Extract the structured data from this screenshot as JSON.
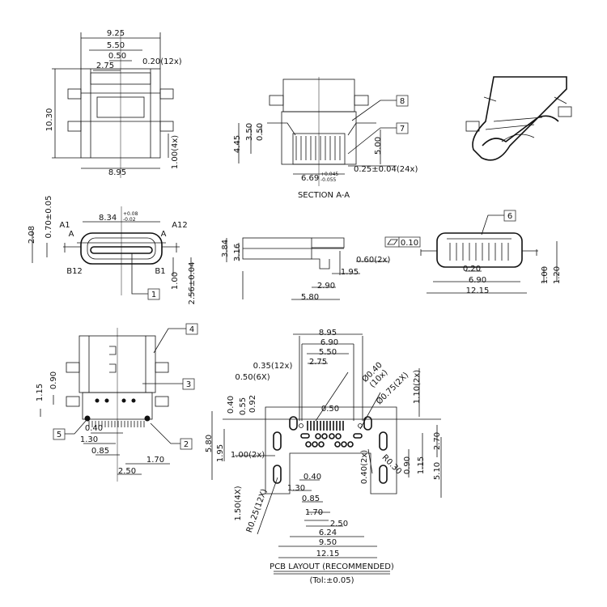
{
  "top_view": {
    "w_925": "9.25",
    "w_550": "5.50",
    "w_050": "0.50",
    "w_275": "2.75",
    "pitch": "0.20(12x)",
    "h_1030": "10.30",
    "leg": "1.00(4x)",
    "w_895": "8.95"
  },
  "section_aa": {
    "callout_8": "8",
    "callout_7": "7",
    "h_445": "4.45",
    "h_350": "3.50",
    "h_050": "0.50",
    "h_500": "5.00",
    "pin": "0.25±0.04(24x)",
    "w_669": "6.69",
    "w_669_tol_plus": "+0.045",
    "w_669_tol_minus": "-0.055",
    "title": "SECTION A-A"
  },
  "front_view": {
    "h_070": "0.70±0.05",
    "h_208": "2.08",
    "w_834": "8.34",
    "w_834_tol_plus": "+0.08",
    "w_834_tol_minus": "-0.02",
    "a1": "A1",
    "a12": "A12",
    "a_left": "A",
    "a_right": "A",
    "b12": "B12",
    "b1": "B1",
    "callout_1": "1",
    "h_100": "1.00",
    "h_256": "2.56±0.04"
  },
  "side_view": {
    "h_384": "3.84",
    "h_316": "3.16",
    "t_060": "0.60(2x)",
    "w_195": "1.95",
    "w_290": "2.90",
    "w_580": "5.80"
  },
  "rear_view": {
    "callout_6": "6",
    "flatness": "0.10",
    "w_020": "0.20",
    "w_690": "6.90",
    "w_1215": "12.15",
    "h_100": "1.00",
    "h_120": "1.20"
  },
  "bottom_view": {
    "callout_4": "4",
    "callout_3": "3",
    "callout_2": "2",
    "callout_5": "5",
    "h_115": "1.15",
    "h_090": "0.90",
    "d_040": "0.40",
    "d_130": "1.30",
    "d_085": "0.85",
    "d_170": "1.70",
    "d_250": "2.50"
  },
  "pcb_layout": {
    "w_895": "8.95",
    "w_690": "6.90",
    "w_550": "5.50",
    "w_275": "2.75",
    "pad_w": "0.35(12x)",
    "pad_w6": "0.50(6X)",
    "hole_040": "Ø0.40",
    "hole_040_n": "(10x)",
    "hole_075": "Ø0.75(2X)",
    "h_110": "1.10(2x)",
    "v_040": "0.40",
    "v_055": "0.55",
    "v_092": "0.92",
    "pitch_050": "0.50",
    "h_580": "5.80",
    "h_195": "1.95",
    "slot_w": "1.00(2x)",
    "h_270": "2.70",
    "h_090": "0.90",
    "h_115": "1.15",
    "h_510": "5.10",
    "r_030": "R0.30",
    "v_040_2x": "0.40(2x)",
    "d_040": "0.40",
    "d_130": "1.30",
    "d_085": "0.85",
    "d_170": "1.70",
    "d_250": "2.50",
    "d_624": "6.24",
    "d_950": "9.50",
    "d_1215": "12.15",
    "slot_h": "1.50(4X)",
    "r_025": "R0.25(12X)",
    "title": "PCB LAYOUT (RECOMMENDED)",
    "tolerance": "(Tol:±0.05)"
  }
}
